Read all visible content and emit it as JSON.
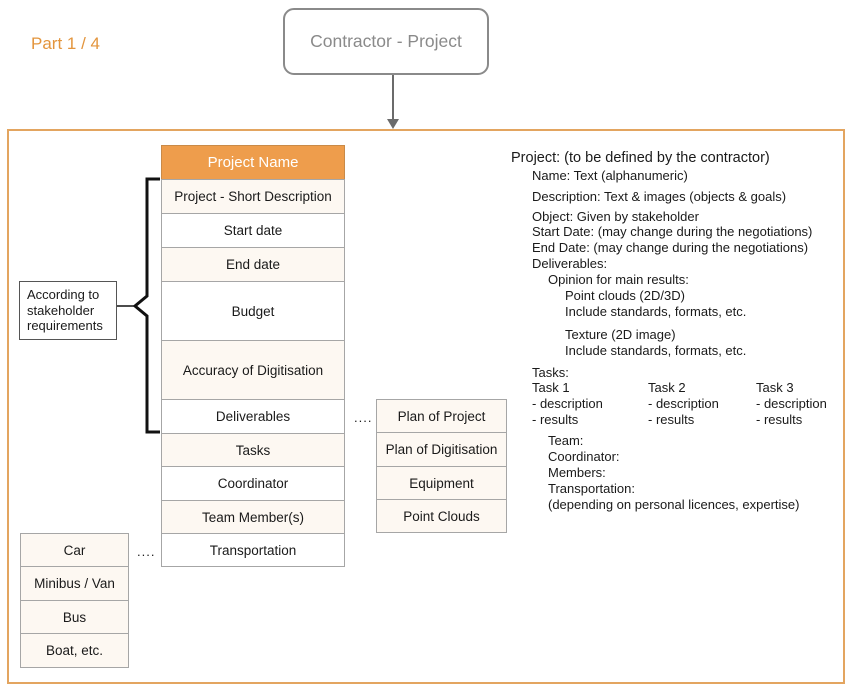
{
  "part_label": "Part 1 / 4",
  "top_box": "Contractor - Project",
  "stakeholder_box": [
    "According to",
    "stakeholder",
    "requirements"
  ],
  "project_table": {
    "header": "Project Name",
    "rows": [
      "Project - Short Description",
      "Start date",
      "End date",
      "Budget",
      "Accuracy of Digitisation",
      "Deliverables",
      "Tasks",
      "Coordinator",
      "Team Member(s)",
      "Transportation"
    ]
  },
  "deliverables_list": [
    "Plan of Project",
    "Plan of Digitisation",
    "Equipment",
    "Point Clouds"
  ],
  "transport_list": [
    "Car",
    "Minibus / Van",
    "Bus",
    "Boat, etc."
  ],
  "ellipsis": "....",
  "details": {
    "title": "Project: (to be defined by the contractor)",
    "name": "Name: Text (alphanumeric)",
    "description": "Description: Text & images (objects & goals)",
    "object": "Object: Given by stakeholder",
    "start": "Start Date: (may change during the negotiations)",
    "end": "End Date: (may change during the negotiations)",
    "deliverables": "Deliverables:",
    "opinion": "Opinion for main results:",
    "pc": "Point clouds (2D/3D)",
    "pc_std": "Include standards, formats, etc.",
    "texture": "Texture (2D image)",
    "tex_std": "Include standards, formats, etc.",
    "tasks": "Tasks:",
    "task_cols": [
      {
        "name": "Task 1",
        "desc": "- description",
        "res": "- results"
      },
      {
        "name": "Task 2",
        "desc": "- description",
        "res": "- results"
      },
      {
        "name": "Task 3",
        "desc": "- description",
        "res": "- results"
      }
    ],
    "team": "Team:",
    "coordinator": "Coordinator:",
    "members": "Members:",
    "transportation": "Transportation:",
    "licences": "(depending on personal licences, expertise)"
  },
  "colors": {
    "accent_orange": "#ee9d4c",
    "frame_orange": "#e3a560",
    "gray": "#8a8a8a",
    "cell_tint": "#fdf8f2"
  }
}
